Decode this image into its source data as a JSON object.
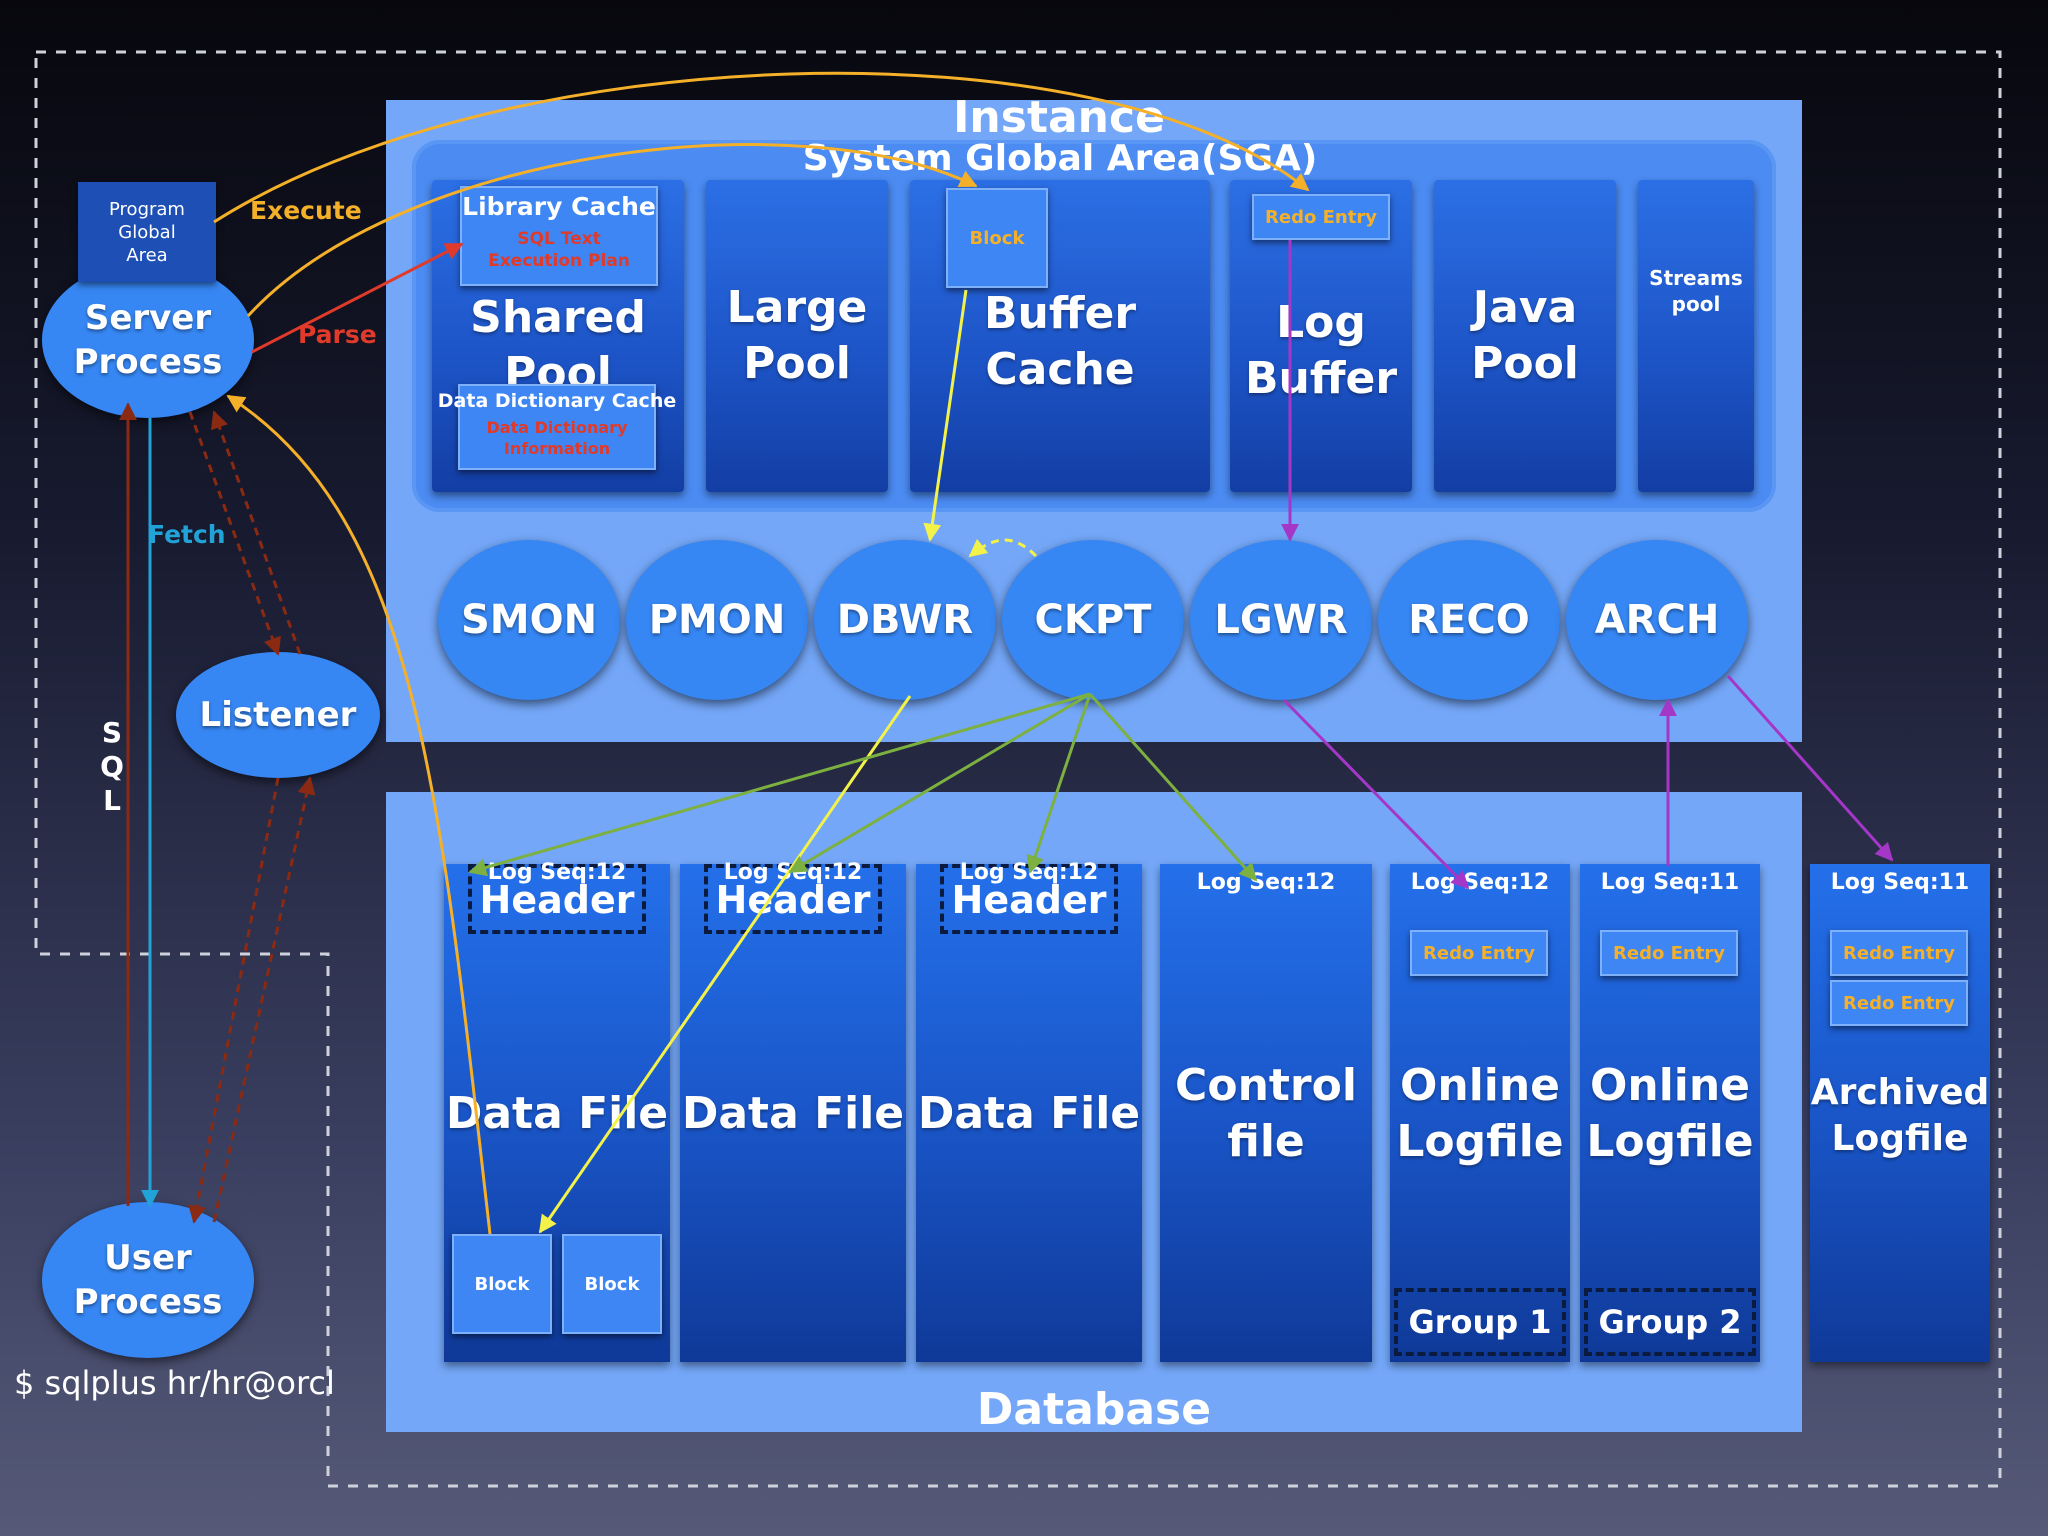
{
  "instance": {
    "title": "Instance",
    "sga_title": "System Global Area(SGA)",
    "memory": {
      "library_cache": "Library Cache",
      "sql_text": "SQL Text",
      "execution_plan": "Execution Plan",
      "shared_pool_l1": "Shared",
      "shared_pool_l2": "Pool",
      "data_dictionary_cache": "Data Dictionary Cache",
      "dd_info_l1": "Data Dictionary",
      "dd_info_l2": "Information",
      "large_pool_l1": "Large",
      "large_pool_l2": "Pool",
      "block": "Block",
      "buffer_cache": "Buffer Cache",
      "redo_entry": "Redo Entry",
      "log_buffer_l1": "Log",
      "log_buffer_l2": "Buffer",
      "java_pool_l1": "Java",
      "java_pool_l2": "Pool",
      "streams_pool_l1": "Streams",
      "streams_pool_l2": "pool"
    },
    "processes": [
      "SMON",
      "PMON",
      "DBWR",
      "CKPT",
      "LGWR",
      "RECO",
      "ARCH"
    ]
  },
  "client": {
    "pga_l1": "Program",
    "pga_l2": "Global",
    "pga_l3": "Area",
    "server_l1": "Server",
    "server_l2": "Process",
    "listener": "Listener",
    "user_l1": "User",
    "user_l2": "Process",
    "command": "$ sqlplus hr/hr@orcl",
    "execute": "Execute",
    "parse": "Parse",
    "fetch": "Fetch",
    "sql_vertical": [
      "S",
      "Q",
      "L"
    ]
  },
  "database": {
    "title": "Database",
    "data_files": [
      {
        "seq": "Log Seq:12",
        "header": "Header",
        "label": "Data File",
        "block1": "Block",
        "block2": "Block"
      },
      {
        "seq": "Log Seq:12",
        "header": "Header",
        "label": "Data File"
      },
      {
        "seq": "Log Seq:12",
        "header": "Header",
        "label": "Data File"
      }
    ],
    "control_file": {
      "seq": "Log Seq:12",
      "l1": "Control",
      "l2": "file"
    },
    "online_logs": [
      {
        "seq": "Log Seq:12",
        "redo": "Redo Entry",
        "l1": "Online",
        "l2": "Logfile",
        "group": "Group 1"
      },
      {
        "seq": "Log Seq:11",
        "redo": "Redo Entry",
        "l1": "Online",
        "l2": "Logfile",
        "group": "Group 2"
      }
    ],
    "archived_log": {
      "seq": "Log Seq:11",
      "redo1": "Redo Entry",
      "redo2": "Redo Entry",
      "l1": "Archived",
      "l2": "Logfile"
    }
  },
  "colors": {
    "execute": "#f5b02a",
    "parse": "#e03a2a",
    "fetch": "#22a3d8",
    "sql": "#8a2a12",
    "dbwr": "#f2f24a",
    "ckpt": "#7cb040",
    "log": "#a437c8"
  }
}
